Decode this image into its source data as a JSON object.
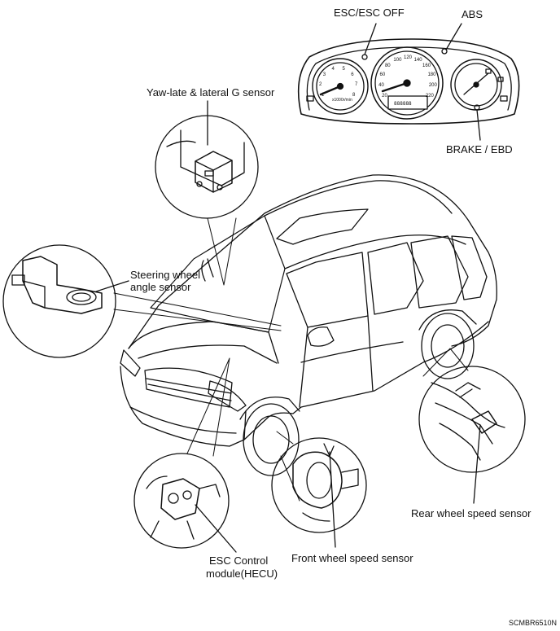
{
  "labels": {
    "esc_off": "ESC/ESC OFF",
    "abs": "ABS",
    "brake_ebd": "BRAKE / EBD",
    "yaw_sensor": "Yaw-late & lateral G sensor",
    "steering_line1": "Steering wheel",
    "steering_line2": "angle sensor",
    "rear_wheel": "Rear wheel speed sensor",
    "front_wheel": "Front wheel speed sensor",
    "esc_module_line1": "ESC Control",
    "esc_module_line2": "module(HECU)",
    "figure_code": "SCMBR6510N"
  },
  "cluster": {
    "tach_ticks": [
      "1",
      "2",
      "3",
      "4",
      "5",
      "6",
      "7",
      "8"
    ],
    "tach_unit": "x1000r/min",
    "speed_ticks": [
      "20",
      "40",
      "60",
      "80",
      "100",
      "120",
      "140",
      "160",
      "180",
      "200",
      "220"
    ],
    "odometer": "888888"
  }
}
